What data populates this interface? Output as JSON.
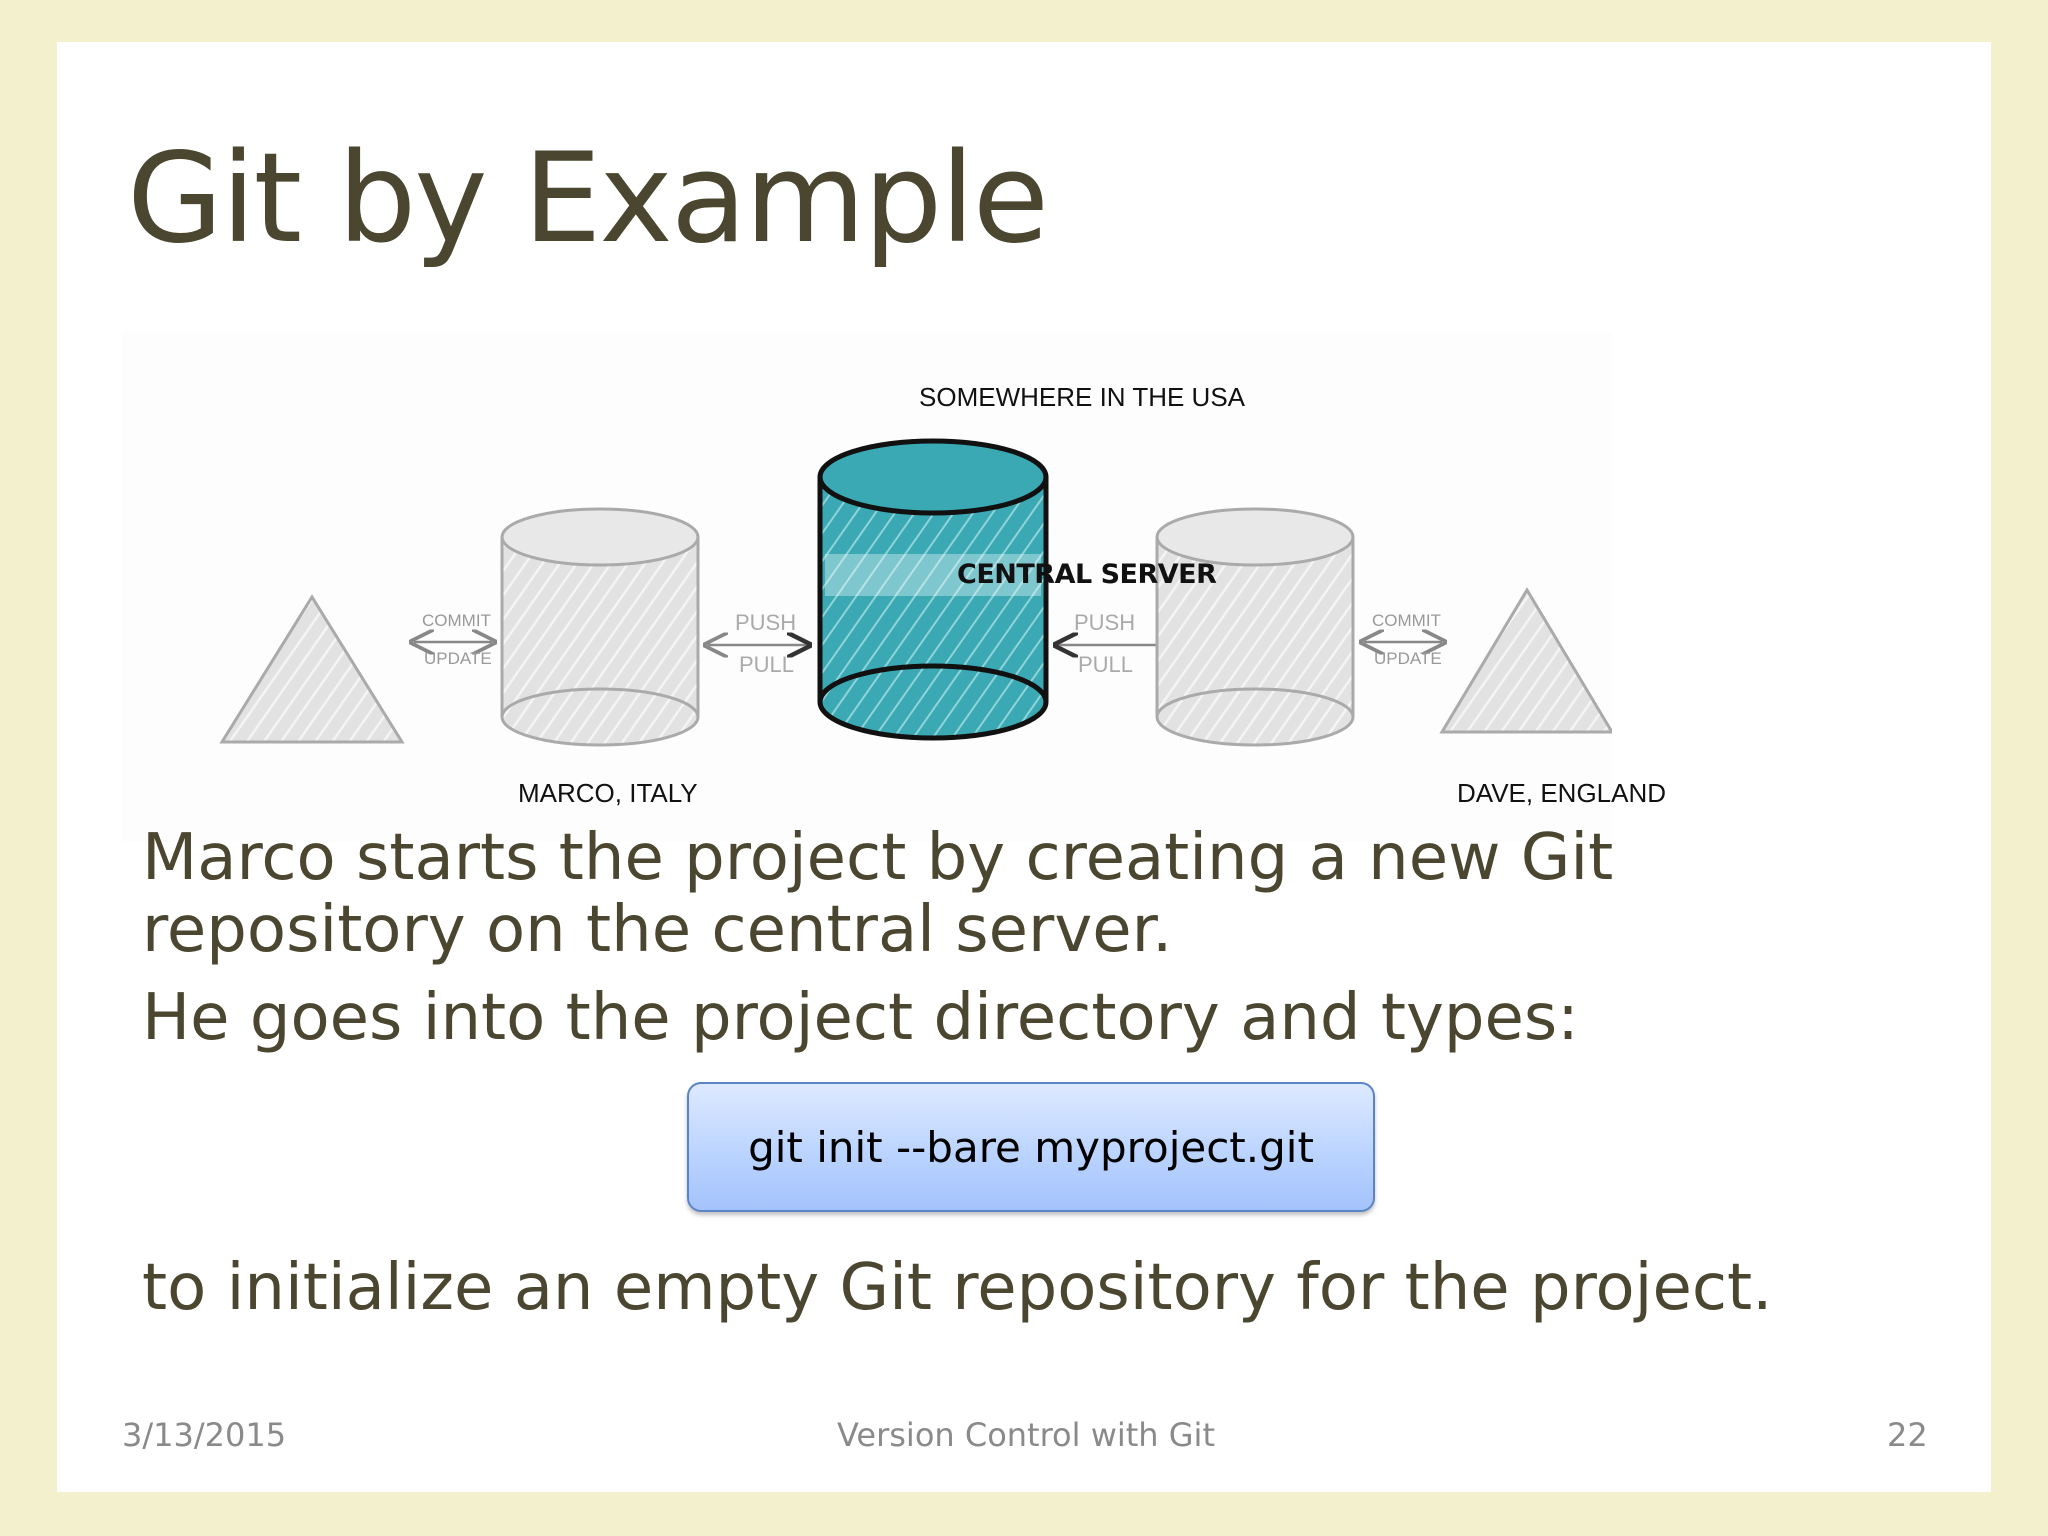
{
  "slide": {
    "title": "Git by Example",
    "diagram": {
      "top_label": "SOMEWHERE IN THE USA",
      "server_label": "CENTRAL SERVER",
      "left_person": "MARCO, ITALY",
      "right_person": "DAVE, ENGLAND",
      "commit_label": "COMMIT",
      "update_label": "UPDATE",
      "push_label": "PUSH",
      "pull_label": "PULL"
    },
    "paragraph1_line1": "Marco starts the project by creating a new Git",
    "paragraph1_line2": "repository on the central server.",
    "paragraph2": "He goes into the project directory and types:",
    "command": "git init --bare myproject.git",
    "paragraph3": "to initialize an empty Git repository for the project."
  },
  "footer": {
    "date": "3/13/2015",
    "center": "Version Control with Git",
    "page": "22"
  }
}
